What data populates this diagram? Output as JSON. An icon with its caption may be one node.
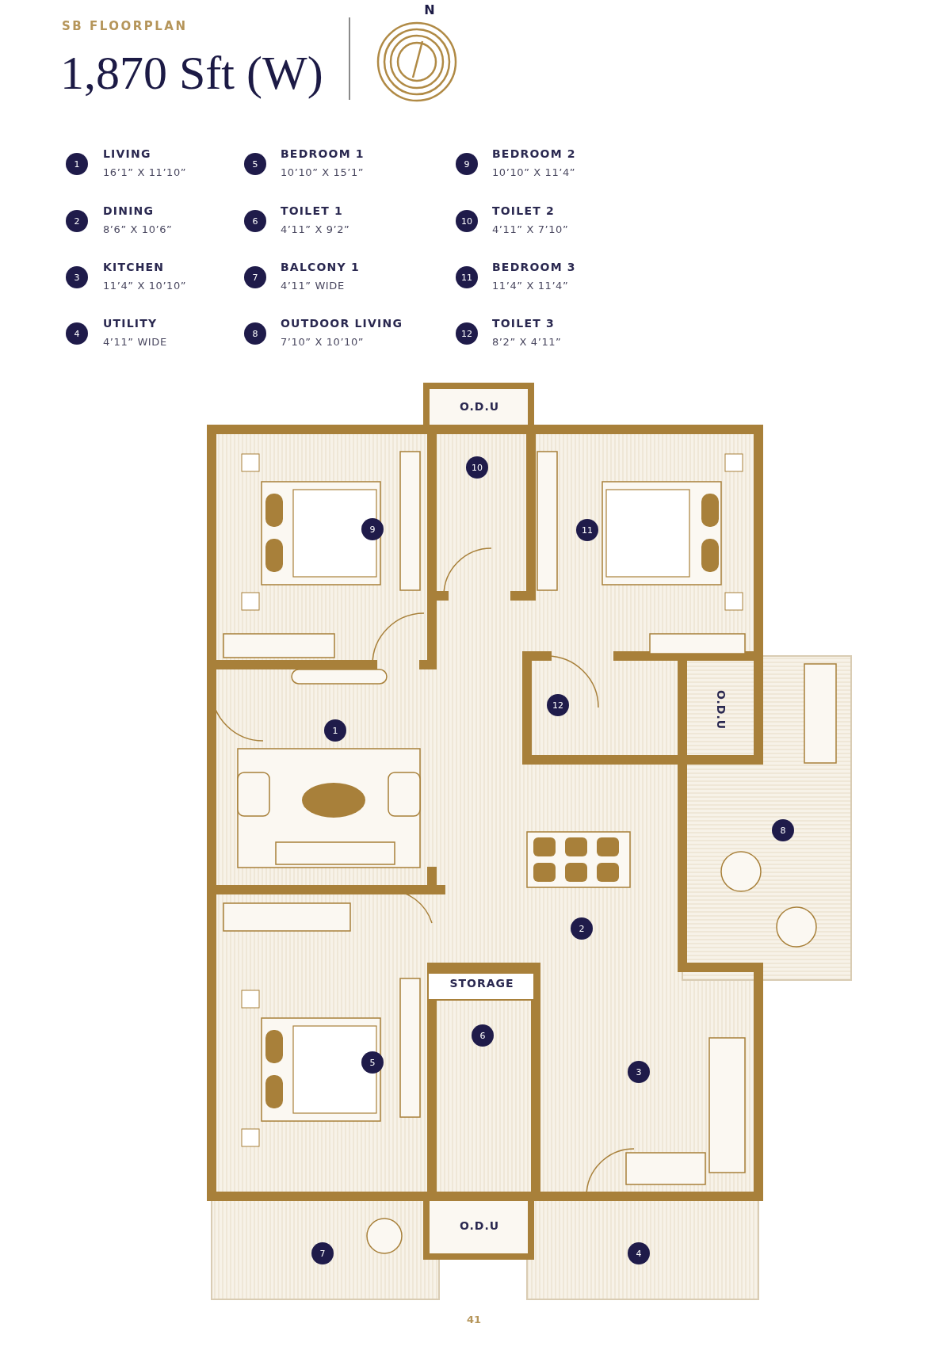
{
  "diagram": {
    "title": "1,870 Sft (W)",
    "labels": [
      "SB FLOORPLAN",
      "N",
      "1",
      "LIVING",
      "16’1” X 11’10”",
      "5",
      "BEDROOM 1",
      "10’10” X 15’1”",
      "9",
      "BEDROOM 2",
      "10’10” X 11’4”",
      "2",
      "DINING",
      "8’6” X 10’6”",
      "6",
      "TOILET 1",
      "4’11” X 9’2”",
      "10",
      "TOILET 2",
      "4’11” X 7’10”",
      "3",
      "KITCHEN",
      "11’4” X 10’10”",
      "7",
      "BALCONY 1",
      "4’11” WIDE",
      "11",
      "BEDROOM 3",
      "11’4” X 11’4”",
      "4",
      "UTILITY",
      "4’11” WIDE",
      "8",
      "OUTDOOR LIVING",
      "7’10” X 10’10”",
      "12",
      "TOILET 3",
      "8’2” X 4’11”",
      "O.D.U",
      "10",
      "9",
      "11",
      "12",
      "O.D.U",
      "1",
      "8",
      "2",
      "STORAGE",
      "6",
      "5",
      "3",
      "O.D.U",
      "7",
      "4",
      "41"
    ]
  }
}
